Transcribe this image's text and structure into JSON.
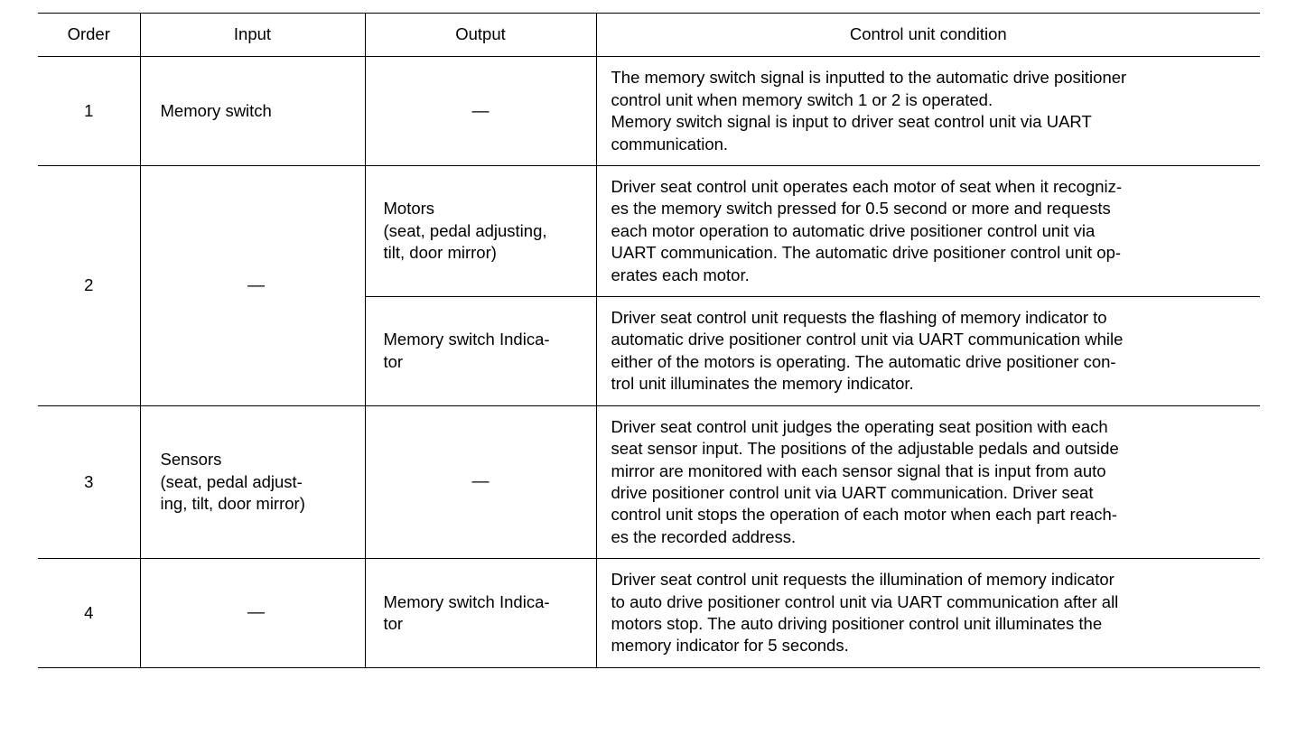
{
  "table": {
    "columns": [
      {
        "key": "order",
        "label": "Order"
      },
      {
        "key": "input",
        "label": "Input"
      },
      {
        "key": "output",
        "label": "Output"
      },
      {
        "key": "condition",
        "label": "Control unit condition"
      }
    ],
    "dash": "—",
    "rows": [
      {
        "order": "1",
        "input": "Memory switch",
        "output": "—",
        "condition_lines": [
          "The memory switch signal is inputted to the automatic drive positioner",
          "control unit when memory switch 1 or 2 is operated.",
          "Memory switch signal is input to driver seat control unit via UART",
          "communication."
        ]
      },
      {
        "order": "2",
        "input": "—",
        "sub": [
          {
            "output_lines": [
              "Motors",
              "(seat, pedal adjusting,",
              "tilt, door mirror)"
            ],
            "condition_lines": [
              "Driver seat control unit operates each motor of seat when it recogniz-",
              "es the memory switch pressed for 0.5 second or more and requests",
              "each motor operation to automatic drive positioner control unit via",
              "UART communication. The automatic drive positioner control unit op-",
              "erates each motor."
            ]
          },
          {
            "output_lines": [
              "Memory switch Indica-",
              "tor"
            ],
            "condition_lines": [
              "Driver seat control unit requests the flashing of memory indicator to",
              "automatic drive positioner control unit via UART communication while",
              "either of the motors is operating. The automatic drive positioner con-",
              "trol unit illuminates the memory indicator."
            ]
          }
        ]
      },
      {
        "order": "3",
        "input_lines": [
          "Sensors",
          "(seat, pedal adjust-",
          "ing, tilt, door mirror)"
        ],
        "output": "—",
        "condition_lines": [
          "Driver seat control unit judges the operating seat position with each",
          "seat sensor input. The positions of the adjustable pedals and outside",
          "mirror are monitored with each sensor signal that is input from auto",
          "drive positioner control unit via UART communication. Driver seat",
          "control unit stops the operation of each motor when each part reach-",
          "es the recorded address."
        ]
      },
      {
        "order": "4",
        "input": "—",
        "output_lines": [
          "Memory switch Indica-",
          "tor"
        ],
        "condition_lines": [
          "Driver seat control unit requests the illumination of memory indicator",
          "to auto drive positioner control unit via UART communication after all",
          "motors stop. The auto driving positioner control unit illuminates the",
          "memory indicator for 5 seconds."
        ]
      }
    ]
  }
}
